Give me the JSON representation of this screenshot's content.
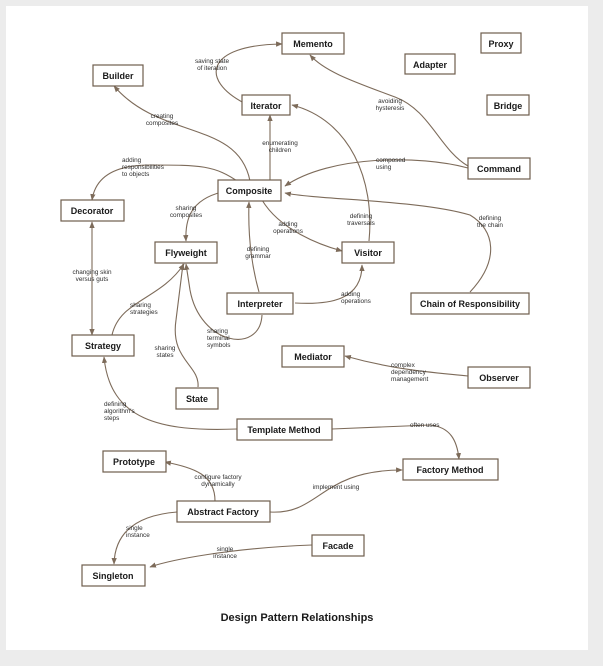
{
  "title": "Design Pattern Relationships",
  "colors": {
    "background": "#ececec",
    "page": "#ffffff",
    "line": "#7d6b5a",
    "box_border": "#6f5d4d",
    "text": "#1a1a1a"
  },
  "nodes": {
    "memento": "Memento",
    "proxy": "Proxy",
    "builder": "Builder",
    "adapter": "Adapter",
    "iterator": "Iterator",
    "bridge": "Bridge",
    "command": "Command",
    "composite": "Composite",
    "decorator": "Decorator",
    "flyweight": "Flyweight",
    "visitor": "Visitor",
    "interpreter": "Interpreter",
    "chain": "Chain of Responsibility",
    "strategy": "Strategy",
    "mediator": "Mediator",
    "observer": "Observer",
    "state": "State",
    "template_method": "Template Method",
    "prototype": "Prototype",
    "factory_method": "Factory Method",
    "abstract_factory": "Abstract Factory",
    "facade": "Facade",
    "singleton": "Singleton"
  },
  "edge_labels": {
    "saving_state": [
      "saving state",
      "of iteration"
    ],
    "avoiding_hysteresis": [
      "avoiding",
      "hysteresis"
    ],
    "creating_composites": [
      "creating",
      "composites"
    ],
    "enumerating_children": [
      "enumerating",
      "children"
    ],
    "adding_responsibilities": [
      "adding",
      "responsibilities",
      "to objects"
    ],
    "composed_using": [
      "composed",
      "using"
    ],
    "sharing_composites": [
      "sharing",
      "composites"
    ],
    "adding_operations_composite": [
      "adding",
      "operations"
    ],
    "defining_traversals": [
      "defining",
      "traversals"
    ],
    "defining_chain": [
      "defining",
      "the chain"
    ],
    "defining_grammar": [
      "defining",
      "grammar"
    ],
    "changing_skin": [
      "changing skin",
      "versus guts"
    ],
    "adding_operations_interpreter": [
      "adding",
      "operations"
    ],
    "sharing_strategies": [
      "sharing",
      "strategies"
    ],
    "sharing_terminal": [
      "sharing",
      "terminal",
      "symbols"
    ],
    "sharing_states": [
      "sharing",
      "states"
    ],
    "complex_dependency": [
      "complex",
      "dependency",
      "management"
    ],
    "defining_algorithm": [
      "defining",
      "algorithm's",
      "steps"
    ],
    "often_uses": [
      "often uses"
    ],
    "configure_factory": [
      "configure factory",
      "dynamically"
    ],
    "implement_using": [
      "implement using"
    ],
    "single_instance_af": [
      "single",
      "instance"
    ],
    "single_instance_facade": [
      "single",
      "instance"
    ]
  }
}
